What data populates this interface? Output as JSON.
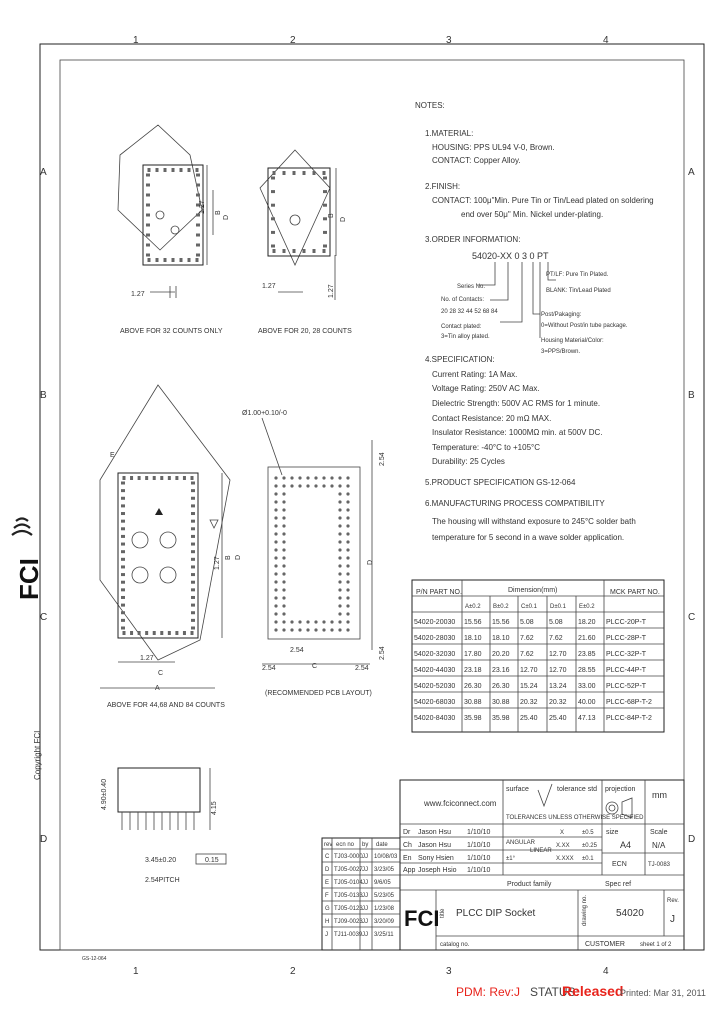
{
  "grid": {
    "cols": [
      "1",
      "2",
      "3",
      "4"
    ],
    "rows": [
      "A",
      "B",
      "C",
      "D"
    ]
  },
  "logo": {
    "text": "FCI",
    "copyright": "Copyright FCI"
  },
  "notes": {
    "title": "NOTES:",
    "material": {
      "head": "1.MATERIAL:",
      "housing": "HOUSING: PPS UL94 V-0, Brown.",
      "contact": "CONTACT: Copper Alloy."
    },
    "finish": {
      "head": "2.FINISH:",
      "line1": "CONTACT: 100μ\"Min. Pure Tin or Tin/Lead plated on soldering",
      "line2": "end over 50μ\" Min. Nickel under-plating."
    },
    "order": {
      "head": "3.ORDER INFORMATION:",
      "code": "54020-XX 0 3 0 PT",
      "series": "Series No.",
      "contacts_label": "No. of Contacts:",
      "contacts_values": "20 28 32 44 52 68 84",
      "contact_plated": "Contact plated:",
      "contact_alloy": "3=Tin alloy plated.",
      "pt": "PT/LF: Pure Tin Plated.",
      "blank": "BLANK: Tin/Lead Plated",
      "post": "Post/Pakaging:",
      "post_val": "0=Without Post/in tube package.",
      "housing": "Housing Material/Color:",
      "housing_val": "3=PPS/Brown."
    },
    "spec": {
      "head": "4.SPECIFICATION:",
      "lines": [
        "Current Rating: 1A Max.",
        "Voltage Rating: 250V AC Max.",
        "Dielectric Strength: 500V AC RMS for 1 minute.",
        "Contact Resistance: 20 mΩ MAX.",
        "Insulator Resistance: 1000MΩ min. at 500V DC.",
        "Temperature: -40°C to +105°C",
        "Durability: 25 Cycles"
      ]
    },
    "product_spec": "5.PRODUCT SPECIFICATION GS-12-064",
    "mfg": {
      "head": "6.MANUFACTURING PROCESS COMPATIBILITY",
      "line1": "The housing will withstand exposure to 245°C solder bath",
      "line2": "temperature for 5 second in a wave solder application."
    }
  },
  "views": {
    "v1_caption": "ABOVE FOR 32 COUNTS ONLY",
    "v2_caption": "ABOVE FOR 20, 28 COUNTS",
    "v3_caption": "ABOVE FOR 44,68 AND 84 COUNTS",
    "pcb_caption": "(RECOMMENDED PCB LAYOUT)",
    "dim_127": "1.27",
    "dim_254": "2.54",
    "dim_B": "B",
    "dim_A": "A",
    "dim_C": "C",
    "dim_D": "D",
    "dim_E": "E",
    "hole": "Ø1.00+0.10/-0",
    "pitch": "2.54PITCH",
    "dim_345": "3.45±0.20",
    "tol": "0.15",
    "height": "4.90±0.40",
    "dim_415": "4.15"
  },
  "table": {
    "head_pn": "P/N PART NO.",
    "head_dim": "Dimension(mm)",
    "cols": [
      "A±0.2",
      "B±0.2",
      "C±0.1",
      "D±0.1",
      "E±0.2"
    ],
    "head_mck": "MCK PART NO.",
    "rows": [
      {
        "pn": "54020-20030",
        "a": "15.56",
        "b": "15.56",
        "c": "5.08",
        "d": "5.08",
        "e": "18.20",
        "mck": "PLCC-20P-T"
      },
      {
        "pn": "54020-28030",
        "a": "18.10",
        "b": "18.10",
        "c": "7.62",
        "d": "7.62",
        "e": "21.60",
        "mck": "PLCC-28P-T"
      },
      {
        "pn": "54020-32030",
        "a": "17.80",
        "b": "20.20",
        "c": "7.62",
        "d": "12.70",
        "e": "23.85",
        "mck": "PLCC-32P-T"
      },
      {
        "pn": "54020-44030",
        "a": "23.18",
        "b": "23.16",
        "c": "12.70",
        "d": "12.70",
        "e": "28.55",
        "mck": "PLCC-44P-T"
      },
      {
        "pn": "54020-52030",
        "a": "26.30",
        "b": "26.30",
        "c": "15.24",
        "d": "13.24",
        "e": "33.00",
        "mck": "PLCC-52P-T"
      },
      {
        "pn": "54020-68030",
        "a": "30.88",
        "b": "30.88",
        "c": "20.32",
        "d": "20.32",
        "e": "40.00",
        "mck": "PLCC-68P-T-2"
      },
      {
        "pn": "54020-84030",
        "a": "35.98",
        "b": "35.98",
        "c": "25.40",
        "d": "25.40",
        "e": "47.13",
        "mck": "PLCC-84P-T-2"
      }
    ]
  },
  "title_block": {
    "website": "www.fciconnect.com",
    "surface": "surface",
    "tolerance": "tolerance std",
    "projection": "projection",
    "unless": "TOLERANCES UNLESS OTHERWISE SPECIFIED",
    "angular": "ANGULAR",
    "linear": "LINEAR",
    "ang_val": "±1°",
    "lin_val1": "X",
    "lin_val2": "X.XX",
    "lin_val3": "X.XXX",
    "tv1": "±0.5",
    "tv2": "±0.25",
    "tv3": "±0.1",
    "size_label": "size",
    "size_val": "A4",
    "scale_label": "Scale",
    "scale_val": "N/A",
    "mm": "mm",
    "ecn_label": "ECN",
    "ecn_val": "TJ-0083",
    "dr": "Dr",
    "dr_name": "Jason Hsu",
    "dr_date": "1/10/10",
    "ch": "Ch",
    "ch_name": "Jason Hsu",
    "ch_date": "1/10/10",
    "en": "En",
    "en_name": "Sony Hsien",
    "en_date": "1/10/10",
    "app": "App",
    "app_name": "Joseph Hsio",
    "app_date": "1/10/10",
    "product_family": "Product family",
    "spec_ref": "Spec ref",
    "title_label": "title",
    "title_val": "PLCC DIP Socket",
    "dwg_label": "drawing no.",
    "dwg_val": "54020",
    "rev_label": "Rev.",
    "rev_val": "J",
    "catalog": "catalog no.",
    "customer": "CUSTOMER",
    "sheet": "sheet 1 of 2"
  },
  "revisions": {
    "head": [
      "rev",
      "ecn no",
      "by",
      "date"
    ],
    "rows": [
      {
        "rev": "C",
        "ecn": "TJ03-0000",
        "by": "JJ",
        "date": "10/08/03"
      },
      {
        "rev": "D",
        "ecn": "TJ05-0027",
        "by": "JJ",
        "date": "3/23/05"
      },
      {
        "rev": "E",
        "ecn": "TJ05-0104",
        "by": "JJ",
        "date": "9/6/05"
      },
      {
        "rev": "F",
        "ecn": "TJ05-0133",
        "by": "JJ",
        "date": "5/23/05"
      },
      {
        "rev": "G",
        "ecn": "TJ05-0123",
        "by": "JJ",
        "date": "1/23/08"
      },
      {
        "rev": "H",
        "ecn": "TJ09-0023",
        "by": "JJ",
        "date": "3/20/09"
      },
      {
        "rev": "J",
        "ecn": "TJ11-0039",
        "by": "JJ",
        "date": "3/25/11"
      }
    ]
  },
  "footer": {
    "pdm": "PDM: Rev:J",
    "status_label": "STATUS:",
    "status_val": "Released",
    "printed": "Printed: Mar 31, 2011",
    "tiny": "GS-12-064"
  }
}
